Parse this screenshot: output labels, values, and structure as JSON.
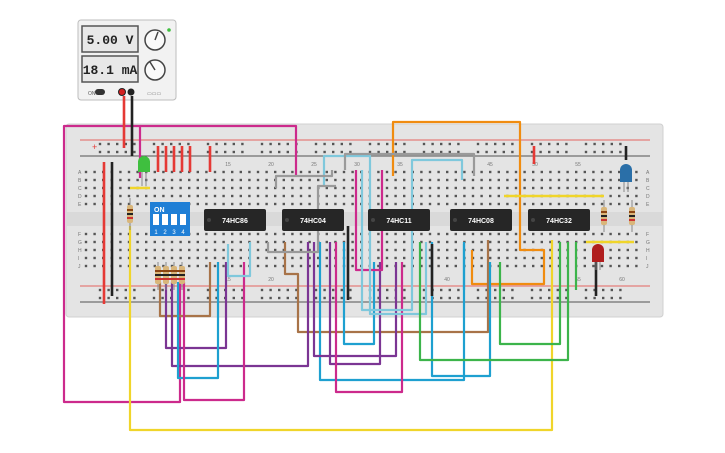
{
  "power_supply": {
    "voltage": "5.00 V",
    "current": "18.1 mA",
    "switch_label": "ON"
  },
  "breadboard": {
    "row_letters_top": [
      "A",
      "B",
      "C",
      "D",
      "E"
    ],
    "row_letters_bottom": [
      "F",
      "G",
      "H",
      "I",
      "J"
    ],
    "column_labels": [
      "15",
      "20",
      "25",
      "30",
      "35",
      "40",
      "45",
      "50",
      "55",
      "60"
    ]
  },
  "dip_switch": {
    "on_label": "ON",
    "positions": [
      "1",
      "2",
      "3",
      "4"
    ]
  },
  "chips": [
    {
      "label": "74HC86"
    },
    {
      "label": "74HC04"
    },
    {
      "label": "74HC11"
    },
    {
      "label": "74HC08"
    },
    {
      "label": "74HC32"
    }
  ],
  "leds": [
    {
      "color_name": "green",
      "color": "#3fbf3f"
    },
    {
      "color_name": "blue",
      "color": "#2a6fa8"
    },
    {
      "color_name": "red",
      "color": "#b01e1e"
    }
  ],
  "colors": {
    "board": "#e4e4e4",
    "hole": "#555555",
    "chip": "#262626",
    "dip_switch": "#1f7fd6",
    "rail_red": "#e53935",
    "rail_blue": "#222222"
  },
  "wire_colors": {
    "magenta": "#cc2a8c",
    "yellow": "#f0d52a",
    "orange": "#f08c10",
    "brown": "#a87348",
    "purple": "#7b3593",
    "cyan": "#1ea0d0",
    "light_blue": "#7fc8dc",
    "green": "#3cb44b",
    "gray": "#9a9a9a",
    "red": "#e53935",
    "black": "#222222"
  }
}
